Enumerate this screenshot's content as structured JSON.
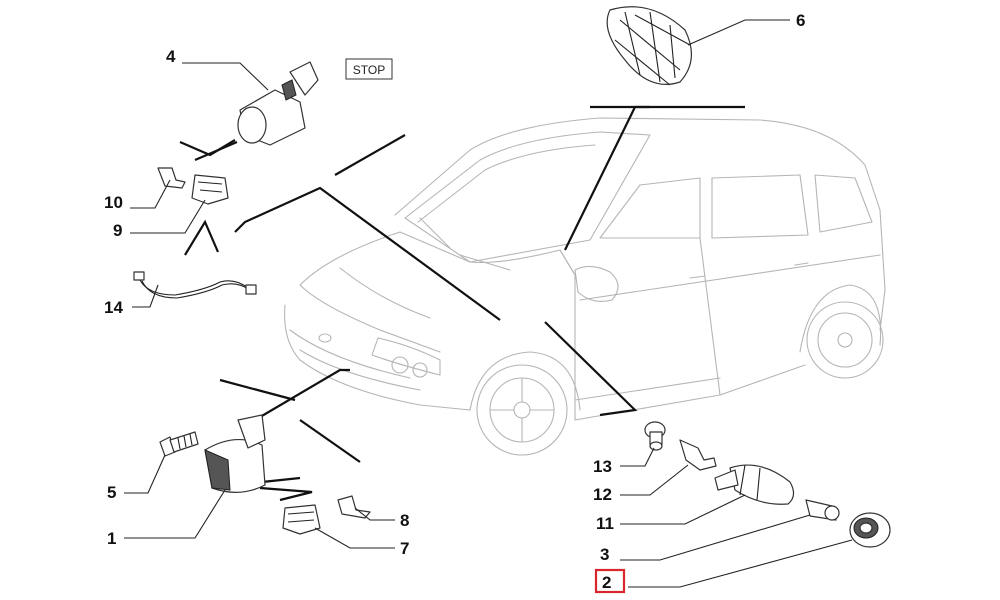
{
  "diagram": {
    "stop_label": "STOP",
    "callouts": [
      {
        "id": "4",
        "label": "4"
      },
      {
        "id": "6",
        "label": "6"
      },
      {
        "id": "10",
        "label": "10"
      },
      {
        "id": "9",
        "label": "9"
      },
      {
        "id": "14",
        "label": "14"
      },
      {
        "id": "5",
        "label": "5"
      },
      {
        "id": "1",
        "label": "1"
      },
      {
        "id": "8",
        "label": "8"
      },
      {
        "id": "7",
        "label": "7"
      },
      {
        "id": "13",
        "label": "13"
      },
      {
        "id": "12",
        "label": "12"
      },
      {
        "id": "11",
        "label": "11"
      },
      {
        "id": "3",
        "label": "3"
      },
      {
        "id": "2",
        "label": "2"
      }
    ],
    "highlight_color": "#d9262c"
  }
}
